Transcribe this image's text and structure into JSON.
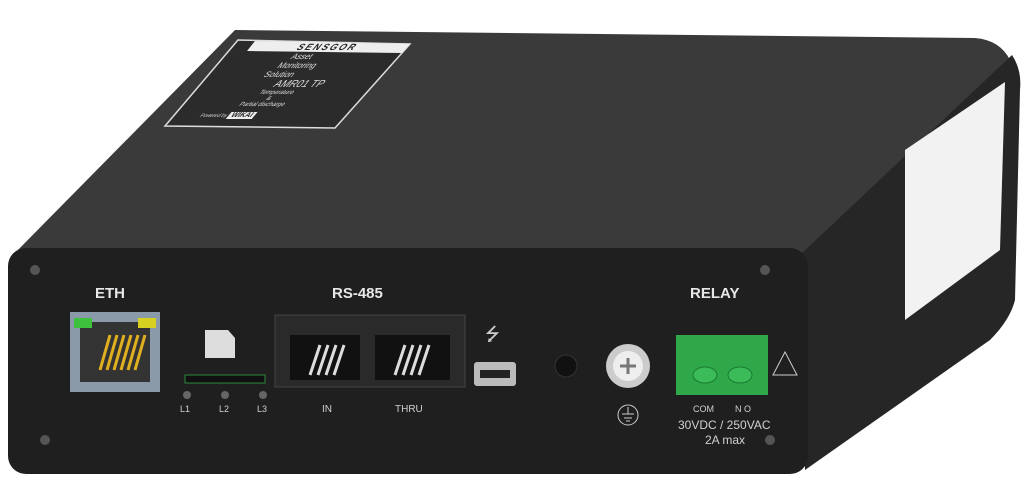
{
  "device": {
    "top_label": {
      "brand": "SENSGOR",
      "line1": "Asset",
      "line2": "Monitoring",
      "line3": "Solution",
      "model": "AMR01 TP",
      "desc1": "Temperature",
      "desc2": "&",
      "desc3": "Partial discharge",
      "powered": "Powered by",
      "powered_brand": "WIKAI"
    },
    "ports": {
      "eth": "ETH",
      "rs485": "RS-485",
      "rs485_in": "IN",
      "rs485_thru": "THRU",
      "relay": "RELAY",
      "relay_com": "COM",
      "relay_no": "N O",
      "relay_rating": "30VDC / 250VAC",
      "relay_current": "2A max",
      "leds": [
        "L1",
        "L2",
        "L3"
      ]
    },
    "colors": {
      "body": "#2a2a2a",
      "front": "#1f1f1f",
      "relay": "#2fa84a",
      "eth_led_left": "#3ec23e",
      "eth_led_right": "#d8d020",
      "eth_pins": "#e0b020"
    }
  }
}
